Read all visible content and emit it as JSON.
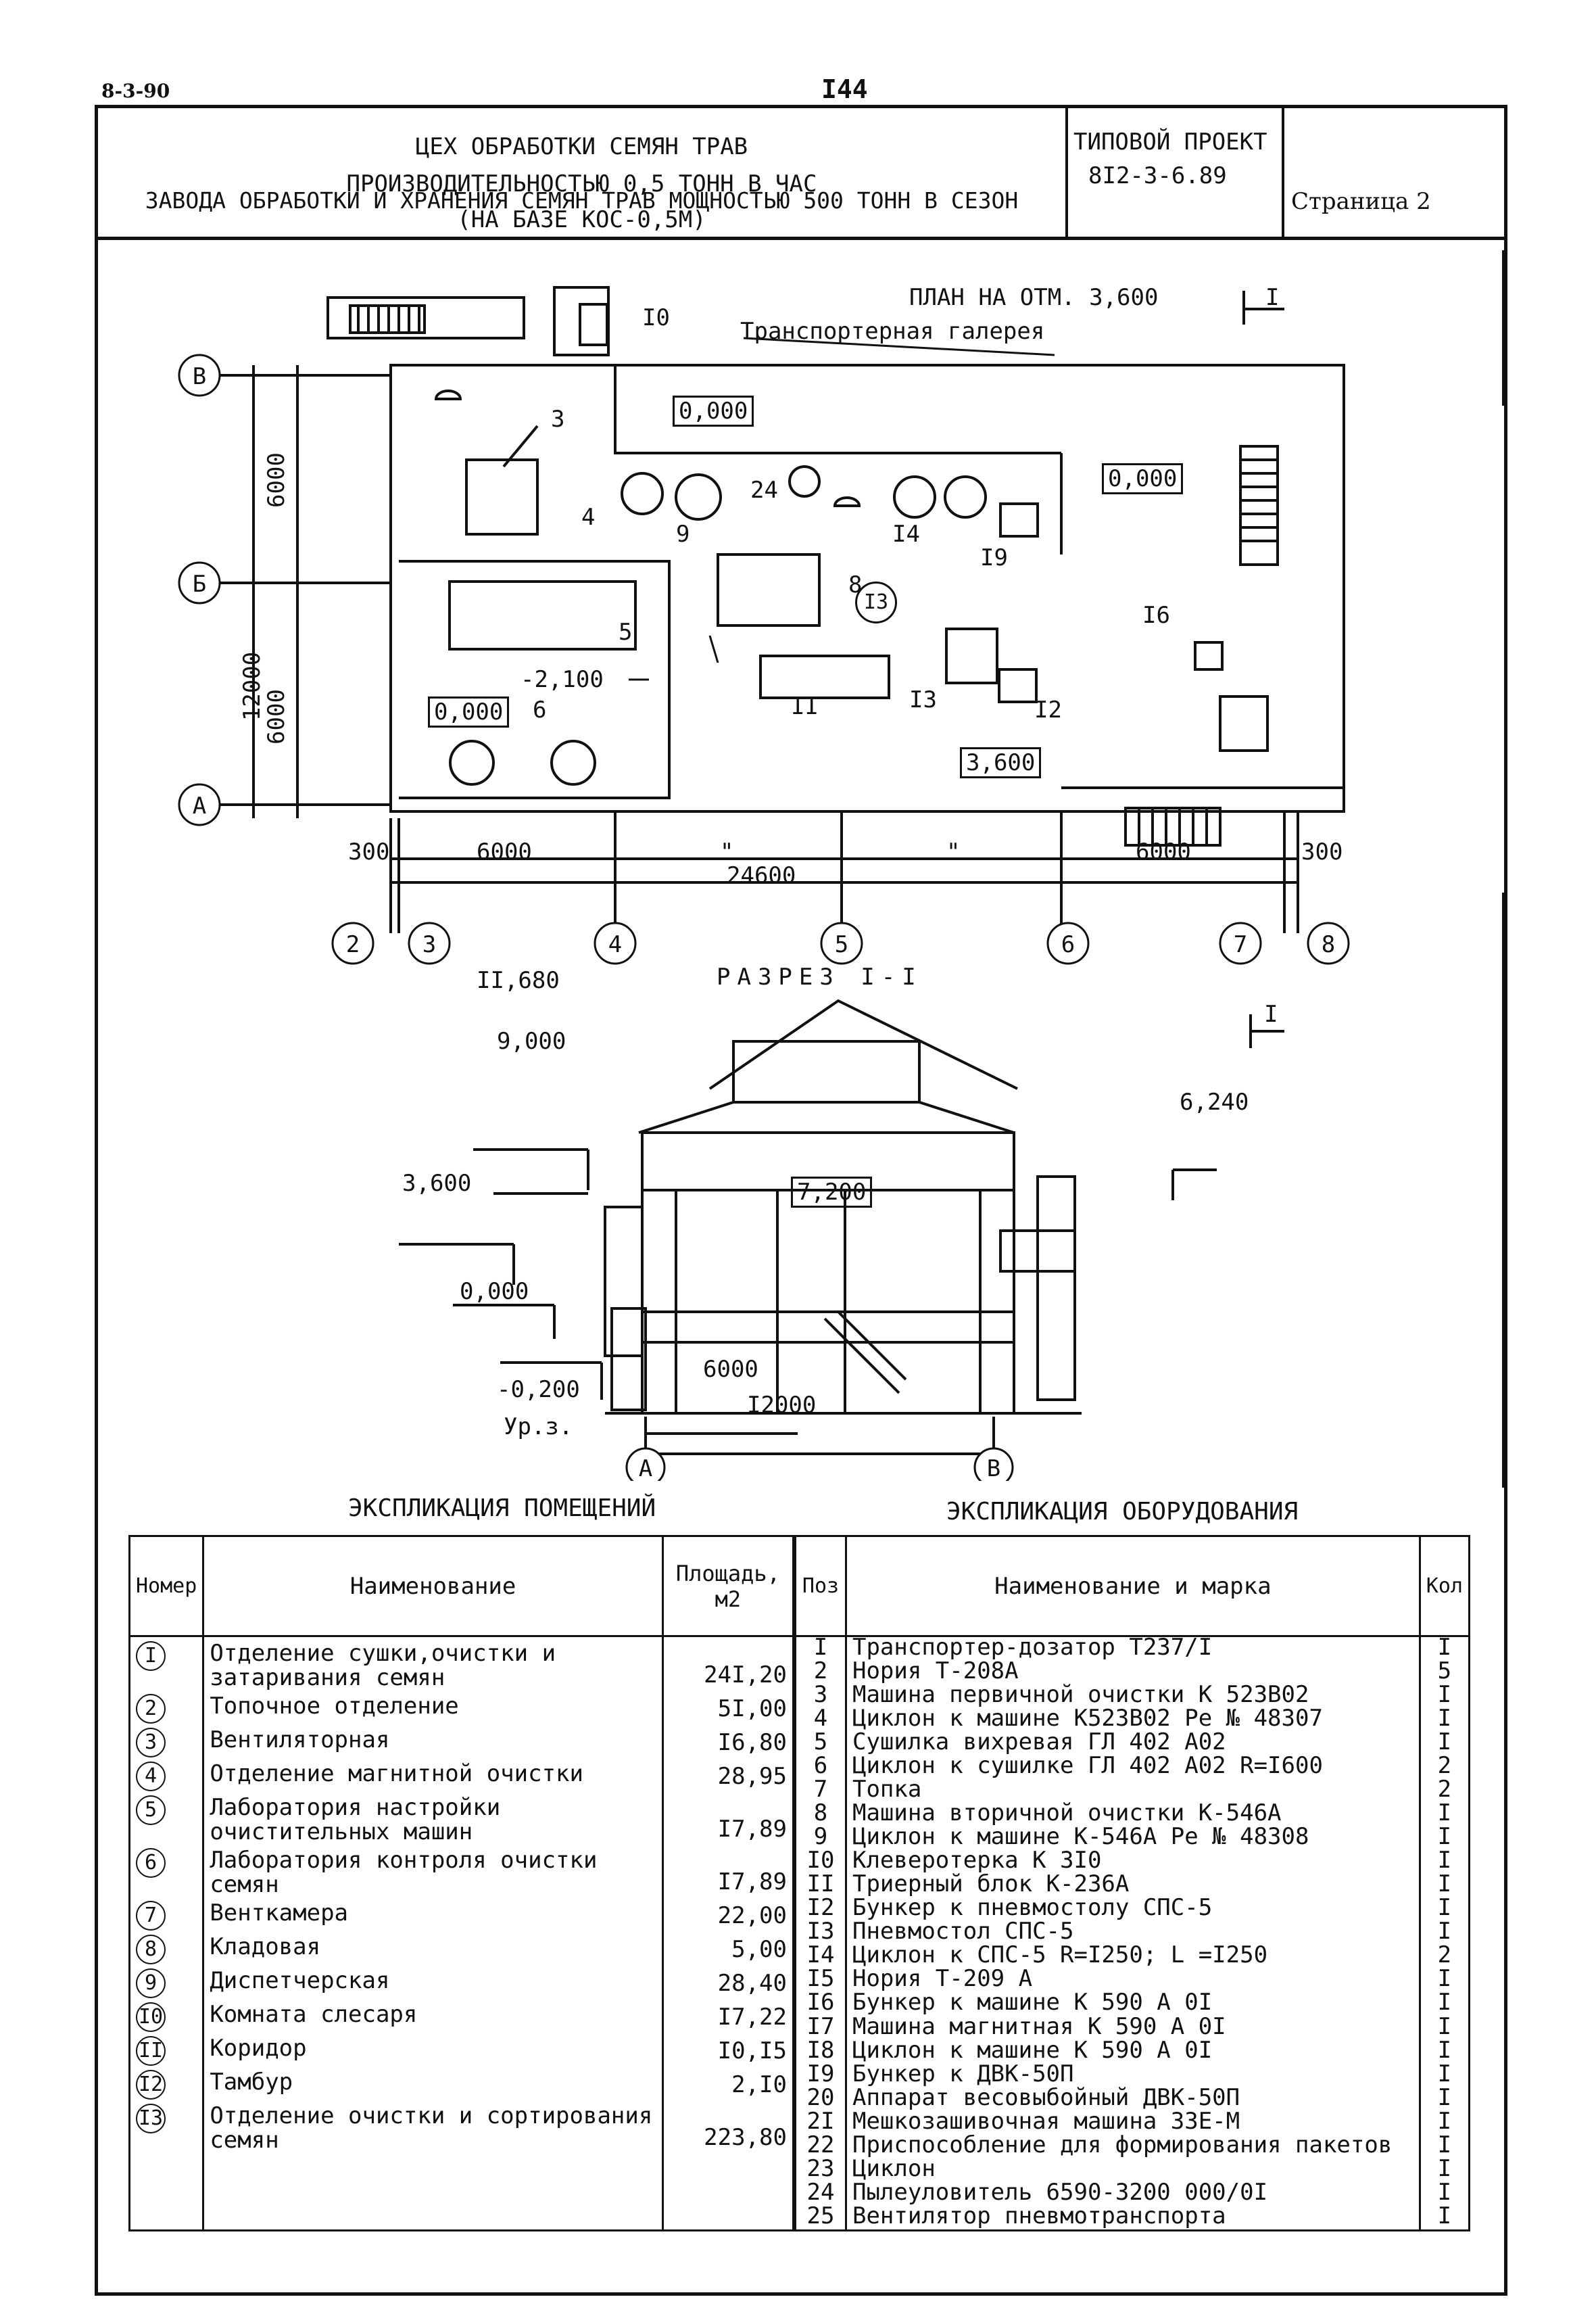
{
  "header": {
    "sheet_code": "8-3-90",
    "page_number": "I44"
  },
  "title_block": {
    "line1": "ЦЕХ ОБРАБОТКИ СЕМЯН ТРАВ",
    "line2": "ПРОИЗВОДИТЕЛЬНОСТЬЮ 0,5 ТОНН В ЧАС",
    "line3": "ЗАВОДА ОБРАБОТКИ И ХРАНЕНИЯ СЕМЯН ТРАВ МОЩНОСТЬЮ 500 ТОНН В СЕЗОН",
    "line4": "(НА БАЗЕ КОС-0,5М)",
    "project_label": "ТИПОВОЙ ПРОЕКТ",
    "project_code": "8I2-3-6.89",
    "page_label": "Страница 2"
  },
  "plan": {
    "title": "ПЛАН НА ОТМ. 3,600",
    "gallery_label": "Транспортерная галерея",
    "section_mark": "I",
    "axes_rows": [
      "В",
      "Б",
      "А"
    ],
    "axes_cols": [
      "2",
      "3",
      "4",
      "5",
      "6",
      "7",
      "8"
    ],
    "dims_left": [
      "6000",
      "6000",
      "12000"
    ],
    "dims_bottom": [
      "300",
      "6000",
      "\"",
      "\"",
      "6000",
      "300"
    ],
    "dim_total": "24600",
    "levels": [
      "0,000",
      "0,000",
      "0,000",
      "-2,100",
      "3,600"
    ],
    "equipment_labels": [
      "3",
      "4",
      "9",
      "24",
      "I4",
      "I9",
      "8",
      "5",
      "II",
      "I3",
      "I2",
      "I6",
      "6",
      "I0"
    ],
    "room_marks": [
      "I3"
    ]
  },
  "section": {
    "title": "РАЗРЕЗ I-I",
    "levels": [
      "II,680",
      "9,000",
      "3,600",
      "0,000",
      "-0,200",
      "6,240"
    ],
    "inner_level": "7,200",
    "ground_label": "Ур.з.",
    "dims": [
      "6000",
      "I2000"
    ],
    "axes": [
      "А",
      "В"
    ]
  },
  "rooms_table": {
    "caption": "ЭКСПЛИКАЦИЯ ПОМЕЩЕНИЙ",
    "col_num": "Номер",
    "col_name": "Наименование",
    "col_area": "Площадь, м2",
    "rows": [
      {
        "num": "I",
        "name": "Отделение сушки,очистки и затаривания семян",
        "area": "24I,20"
      },
      {
        "num": "2",
        "name": "Топочное отделение",
        "area": "5I,00"
      },
      {
        "num": "3",
        "name": "Вентиляторная",
        "area": "I6,80"
      },
      {
        "num": "4",
        "name": "Отделение магнитной очистки",
        "area": "28,95"
      },
      {
        "num": "5",
        "name": "Лаборатория настройки очистительных машин",
        "area": "I7,89"
      },
      {
        "num": "6",
        "name": "Лаборатория контроля очистки семян",
        "area": "I7,89"
      },
      {
        "num": "7",
        "name": "Венткамера",
        "area": "22,00"
      },
      {
        "num": "8",
        "name": "Кладовая",
        "area": "5,00"
      },
      {
        "num": "9",
        "name": "Диспетчерская",
        "area": "28,40"
      },
      {
        "num": "I0",
        "name": "Комната слесаря",
        "area": "I7,22"
      },
      {
        "num": "II",
        "name": "Коридор",
        "area": "I0,I5"
      },
      {
        "num": "I2",
        "name": "Тамбур",
        "area": "2,I0"
      },
      {
        "num": "I3",
        "name": "Отделение очистки и сортирования семян",
        "area": "223,80"
      }
    ]
  },
  "equipment_table": {
    "caption": "ЭКСПЛИКАЦИЯ ОБОРУДОВАНИЯ",
    "col_pos": "Поз",
    "col_name": "Наименование и марка",
    "col_qty": "Кол",
    "rows": [
      {
        "pos": "I",
        "name": "Транспортер-дозатор  Т237/I",
        "qty": "I"
      },
      {
        "pos": "2",
        "name": "Нория Т-208А",
        "qty": "5"
      },
      {
        "pos": "3",
        "name": "Машина первичной очистки К 523В02",
        "qty": "I"
      },
      {
        "pos": "4",
        "name": "Циклон к машине К523В02 Ре № 48307",
        "qty": "I"
      },
      {
        "pos": "5",
        "name": "Сушилка вихревая ГЛ 402 А02",
        "qty": "I"
      },
      {
        "pos": "6",
        "name": "Циклон к сушилке ГЛ 402 А02 R=I600",
        "qty": "2"
      },
      {
        "pos": "7",
        "name": "Топка",
        "qty": "2"
      },
      {
        "pos": "8",
        "name": "Машина вторичной очистки К-546А",
        "qty": "I"
      },
      {
        "pos": "9",
        "name": "Циклон к машине К-546А Ре № 48308",
        "qty": "I"
      },
      {
        "pos": "I0",
        "name": "Клеверотерка К 3I0",
        "qty": "I"
      },
      {
        "pos": "II",
        "name": "Триерный блок К-236А",
        "qty": "I"
      },
      {
        "pos": "I2",
        "name": "Бункер к пневмостолу СПС-5",
        "qty": "I"
      },
      {
        "pos": "I3",
        "name": "Пневмостол СПС-5",
        "qty": "I"
      },
      {
        "pos": "I4",
        "name": "Циклон к СПС-5 R=I250; L =I250",
        "qty": "2"
      },
      {
        "pos": "I5",
        "name": "Нория Т-209 А",
        "qty": "I"
      },
      {
        "pos": "I6",
        "name": "Бункер к машине К 590 А 0I",
        "qty": "I"
      },
      {
        "pos": "I7",
        "name": "Машина магнитная К 590 А 0I",
        "qty": "I"
      },
      {
        "pos": "I8",
        "name": "Циклон к машине К 590 А 0I",
        "qty": "I"
      },
      {
        "pos": "I9",
        "name": "Бункер к ДВК-50П",
        "qty": "I"
      },
      {
        "pos": "20",
        "name": "Аппарат весовыбойный ДВК-50П",
        "qty": "I"
      },
      {
        "pos": "2I",
        "name": "Мешкозашивочная машина 33Е-М",
        "qty": "I"
      },
      {
        "pos": "22",
        "name": "Приспособление для формирования пакетов",
        "qty": "I"
      },
      {
        "pos": "23",
        "name": "Циклон",
        "qty": "I"
      },
      {
        "pos": "24",
        "name": "Пылеуловитель 6590-3200 000/0I",
        "qty": "I"
      },
      {
        "pos": "25",
        "name": "Вентилятор пневмотранспорта",
        "qty": "I"
      }
    ]
  }
}
